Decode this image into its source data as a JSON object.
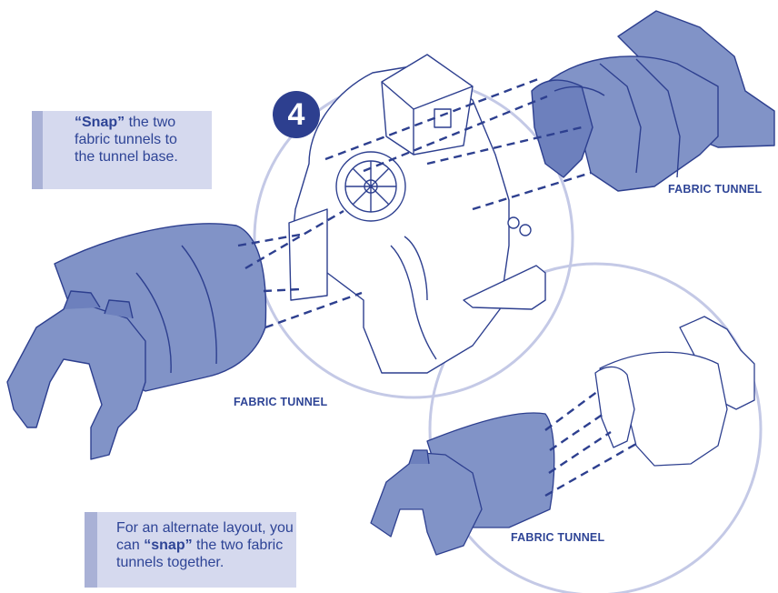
{
  "step": {
    "number": "4"
  },
  "callout_top": {
    "bold": "“Snap”",
    "line1_rest": " the two",
    "line2": "fabric tunnels to",
    "line3": "the tunnel base."
  },
  "callout_bottom": {
    "line1": "For an alternate layout, you",
    "line2_pre": "can ",
    "bold": "“snap”",
    "line2_post": " the two fabric",
    "line3": "tunnels together."
  },
  "labels": {
    "tunnel_right": "FABRIC TUNNEL",
    "tunnel_left": "FABRIC TUNNEL",
    "tunnel_bottom": "FABRIC TUNNEL"
  },
  "colors": {
    "fabric": "#8193c7",
    "outline": "#2d3f8f",
    "circle": "#c4c9e6",
    "callout_bg": "#d5d9ee"
  }
}
